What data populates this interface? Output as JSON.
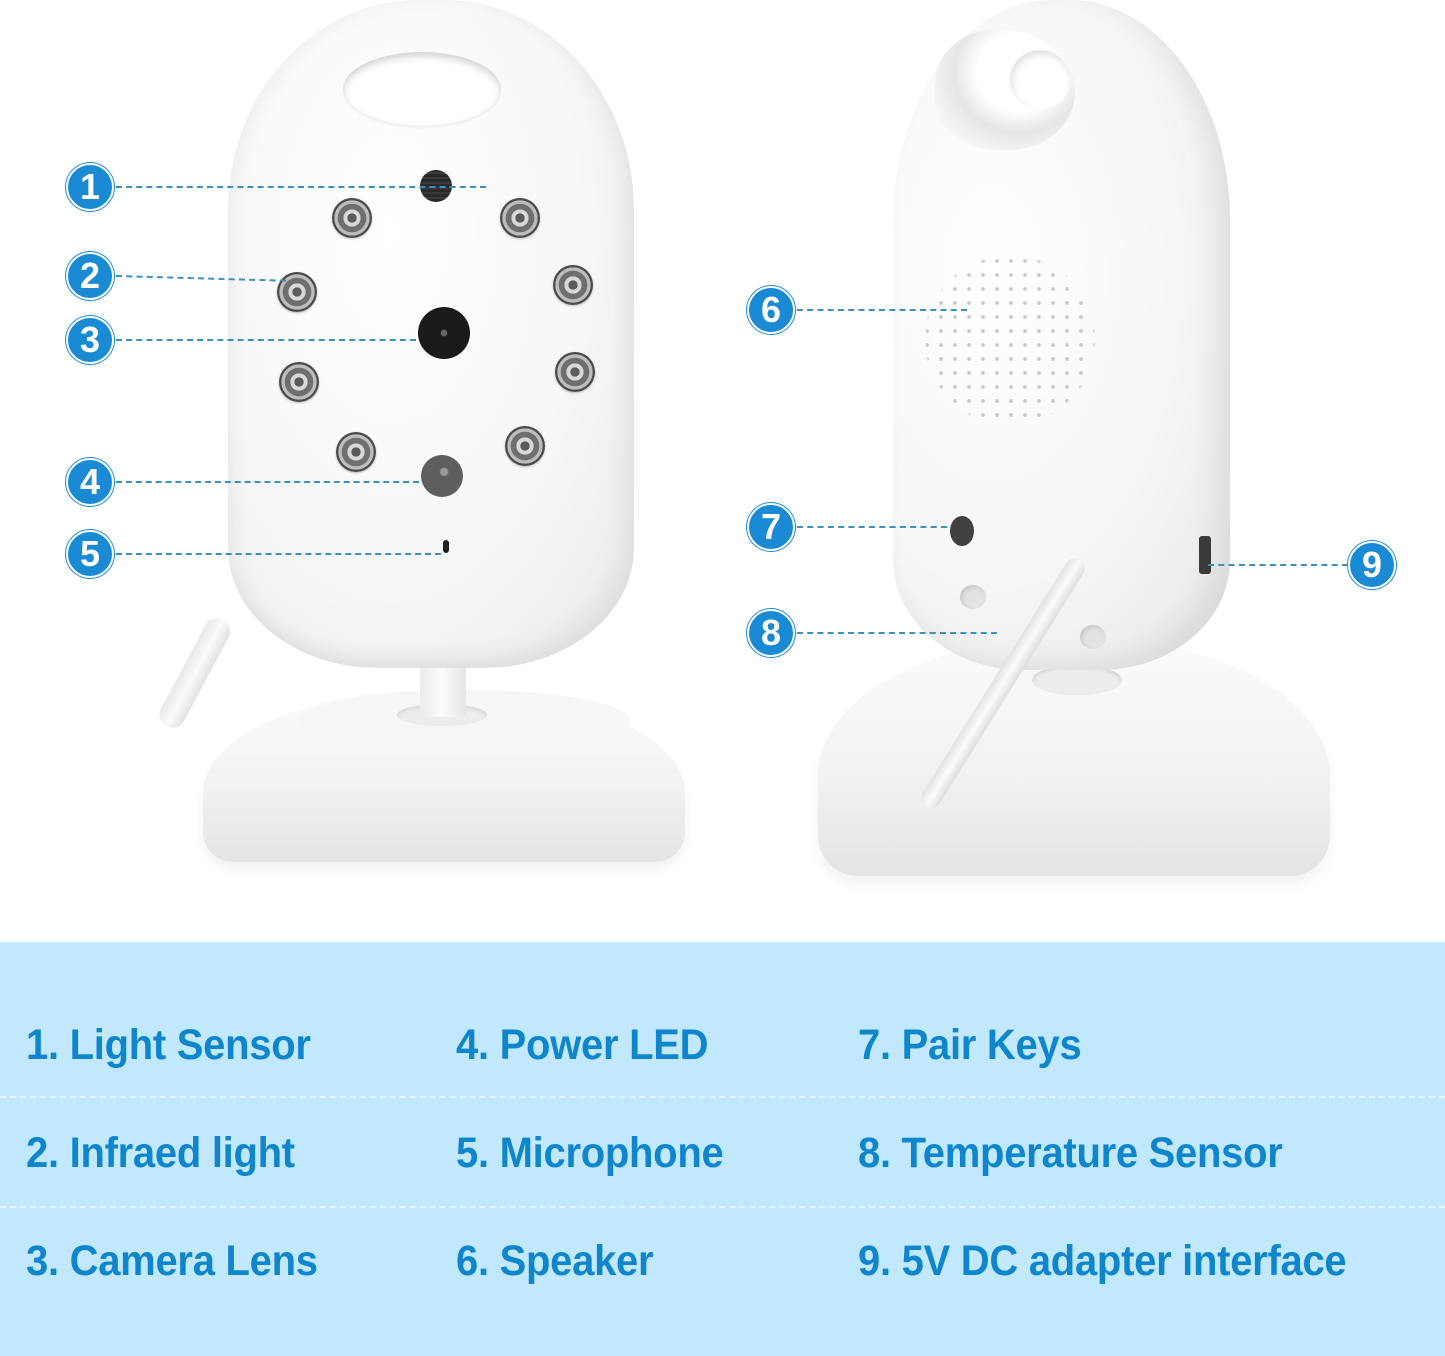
{
  "callouts": [
    {
      "n": "1",
      "target": "Light Sensor"
    },
    {
      "n": "2",
      "target": "Infraed light"
    },
    {
      "n": "3",
      "target": "Camera Lens"
    },
    {
      "n": "4",
      "target": "Power LED"
    },
    {
      "n": "5",
      "target": "Microphone"
    },
    {
      "n": "6",
      "target": "Speaker"
    },
    {
      "n": "7",
      "target": "Pair Keys"
    },
    {
      "n": "8",
      "target": "Temperature Sensor"
    },
    {
      "n": "9",
      "target": "5V DC adapter interface"
    }
  ],
  "legend": {
    "columns": [
      [
        "1. Light Sensor",
        "2. Infraed light",
        "3. Camera Lens"
      ],
      [
        "4. Power LED",
        "5. Microphone",
        "6. Speaker"
      ],
      [
        "7. Pair Keys",
        "8. Temperature Sensor",
        "9. 5V DC adapter interface"
      ]
    ]
  },
  "colors": {
    "badge": "#1a8ad4",
    "leader": "#3b8fc1",
    "legend_bg": "#c2e8fd",
    "legend_text": "#0f86cc"
  }
}
